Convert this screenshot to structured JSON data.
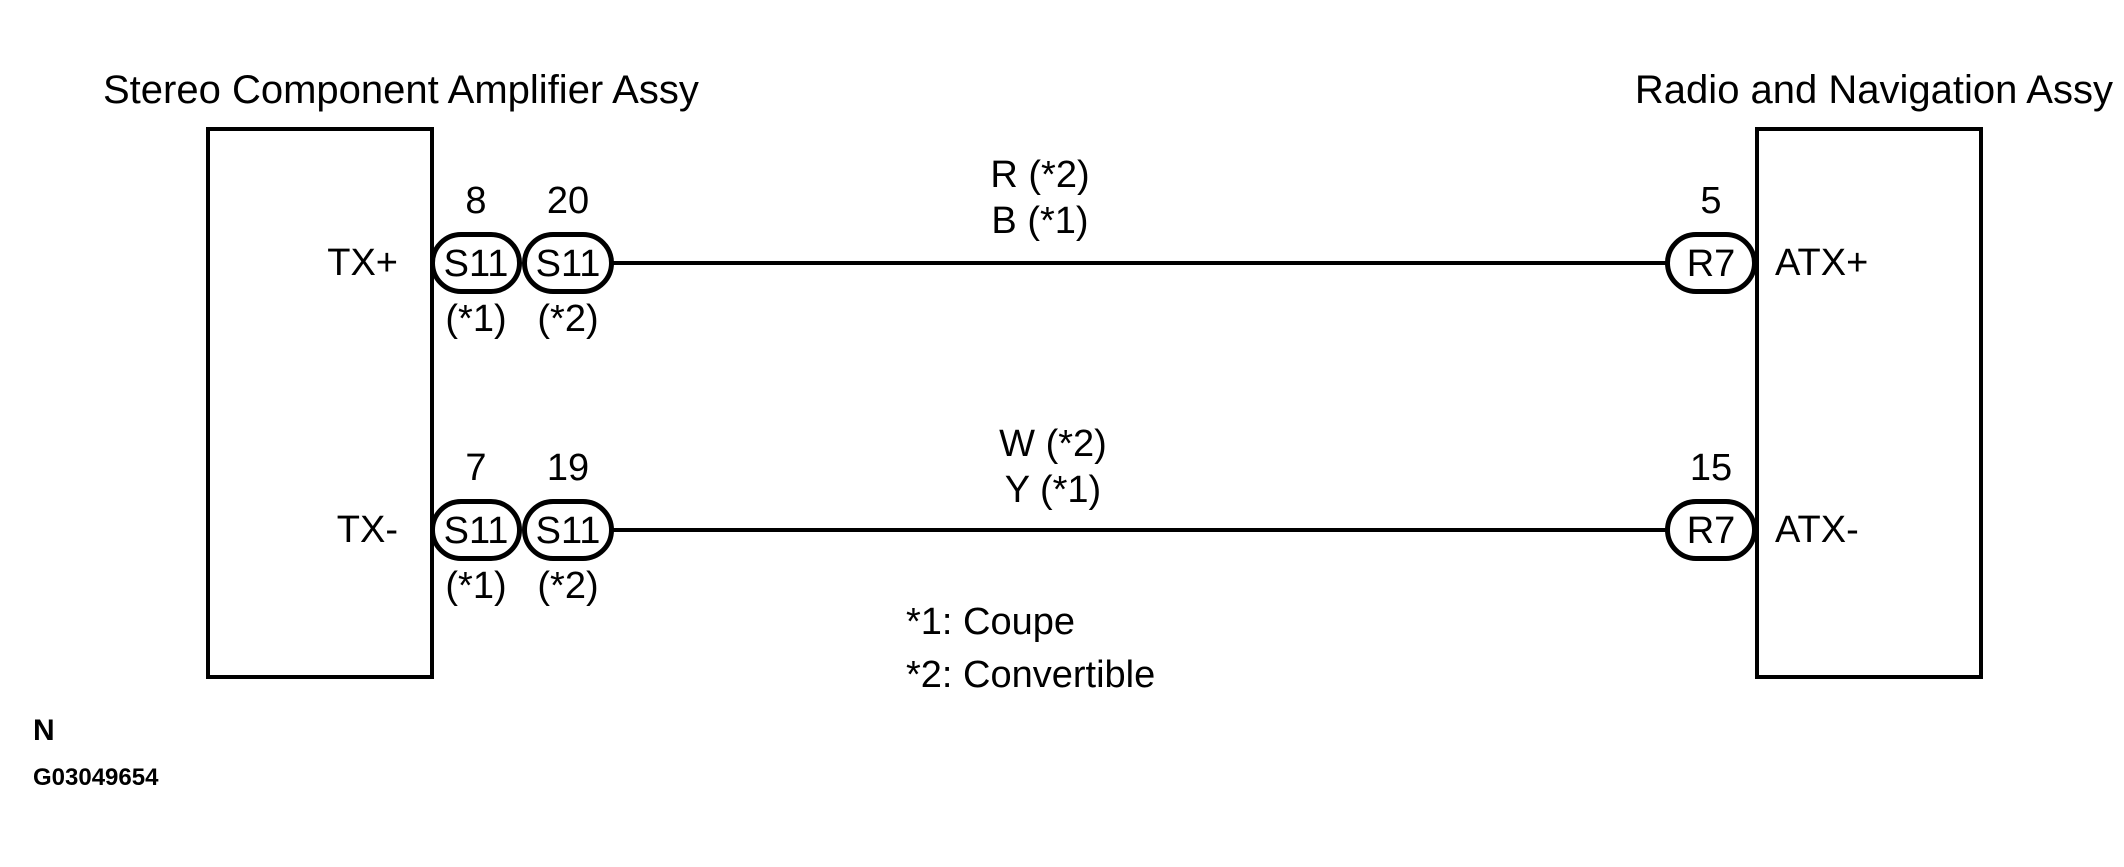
{
  "components": {
    "amplifier": {
      "title": "Stereo Component Amplifier Assy",
      "terminals": [
        "TX+",
        "TX-"
      ]
    },
    "radio": {
      "title": "Radio and Navigation Assy",
      "terminals": [
        "ATX+",
        "ATX-"
      ]
    }
  },
  "wires": [
    {
      "from": "TX+",
      "to": "ATX+",
      "left_connectors": [
        {
          "pin": "8",
          "code": "S11",
          "variant": "(*1)"
        },
        {
          "pin": "20",
          "code": "S11",
          "variant": "(*2)"
        }
      ],
      "right_connector": {
        "pin": "5",
        "code": "R7"
      },
      "color_labels": [
        "R (*2)",
        "B (*1)"
      ]
    },
    {
      "from": "TX-",
      "to": "ATX-",
      "left_connectors": [
        {
          "pin": "7",
          "code": "S11",
          "variant": "(*1)"
        },
        {
          "pin": "19",
          "code": "S11",
          "variant": "(*2)"
        }
      ],
      "right_connector": {
        "pin": "15",
        "code": "R7"
      },
      "color_labels": [
        "W (*2)",
        "Y (*1)"
      ]
    }
  ],
  "legend": {
    "items": [
      "*1: Coupe",
      "*2: Convertible"
    ]
  },
  "footer": {
    "note": "N",
    "figure_id": "G03049654"
  },
  "colors": {
    "line": "#000000",
    "background": "#ffffff"
  }
}
